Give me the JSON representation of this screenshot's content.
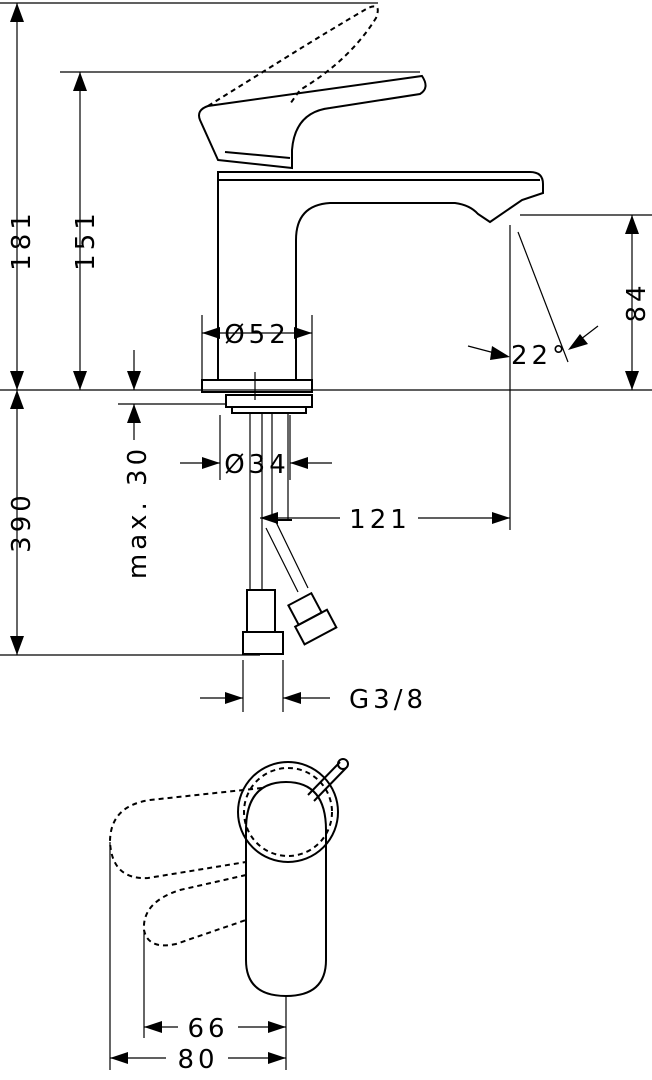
{
  "dimensions": {
    "total_height": "181",
    "lever_height": "151",
    "spout_height": "84",
    "spout_angle": "22°",
    "base_diameter": "Ø52",
    "shank_diameter": "Ø34",
    "max_thickness": "max. 30",
    "below_length": "390",
    "spout_reach": "121",
    "connection": "G3/8",
    "lever_reach_1": "66",
    "lever_reach_2": "80"
  },
  "colors": {
    "line": "#000000",
    "background": "#ffffff"
  }
}
